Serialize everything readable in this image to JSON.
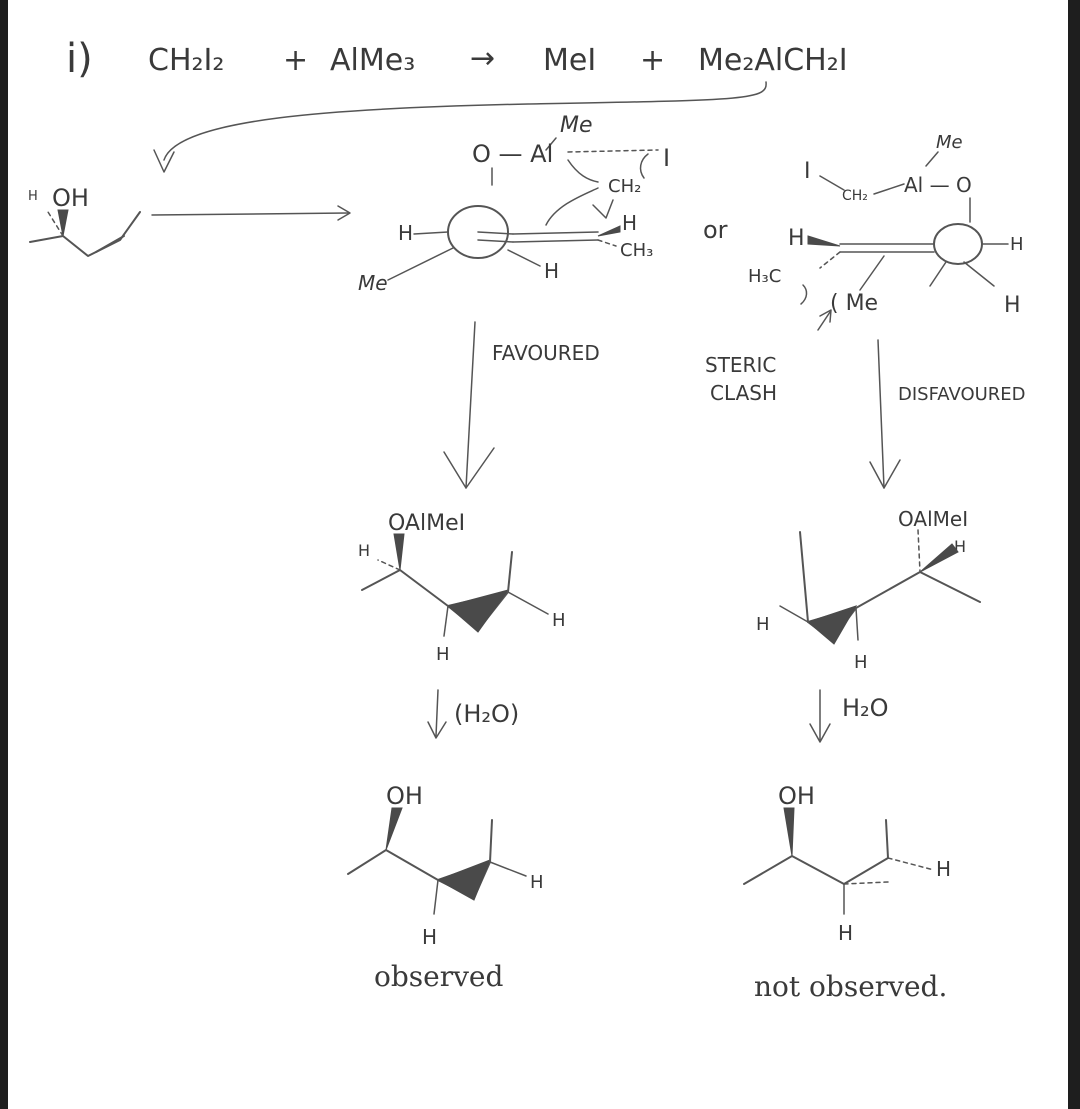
{
  "equation": {
    "step": "i)",
    "reactant1": "CH₂I₂",
    "plus1": "+",
    "reactant2": "AlMe₃",
    "arrow": "→",
    "product1": "MeI",
    "plus2": "+",
    "product2": "Me₂AlCH₂I"
  },
  "start": {
    "h": "H",
    "oh": "OH"
  },
  "ts_favoured": {
    "me_top": "Me",
    "o_al": "O — Al",
    "i": "I",
    "ch2": "CH₂",
    "h_left": "H",
    "h_right": "H",
    "ch3": "CH₃",
    "h_bottom": "H",
    "me_left": "Me"
  },
  "or_label": "or",
  "ts_disfavoured": {
    "me_top": "Me",
    "i": "I",
    "ch2": "CH₂",
    "al_o": "Al — O",
    "h_left": "H",
    "h_right": "H",
    "h3c": "H₃C",
    "me": "( Me",
    "h_bottom": "H"
  },
  "labels": {
    "favoured": "FAVOURED",
    "steric": "STERIC",
    "clash": "CLASH",
    "disfavoured": "DISFAVOURED"
  },
  "intermediate_left": {
    "oal": "OAlMeI",
    "h_top": "H",
    "h_right": "H",
    "h_bottom": "H"
  },
  "intermediate_right": {
    "oal": "OAlMeI",
    "h_top": "H",
    "h_left": "H",
    "h_bottom": "H"
  },
  "water_left": "(H₂O)",
  "water_right": "H₂O",
  "product_left": {
    "oh": "OH",
    "h_right": "H",
    "h_bottom": "H",
    "caption": "observed"
  },
  "product_right": {
    "oh": "OH",
    "h_right": "H",
    "h_bottom": "H",
    "caption": "not observed."
  }
}
